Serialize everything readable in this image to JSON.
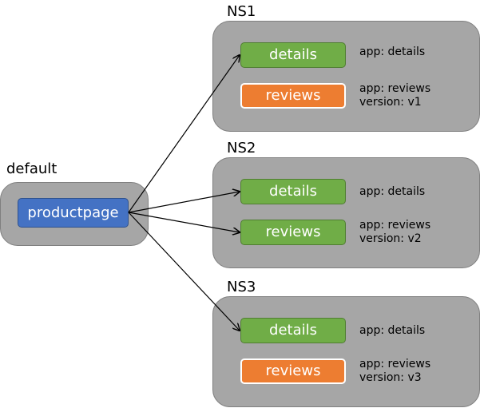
{
  "source": {
    "namespace": "default",
    "service": "productpage"
  },
  "namespaces": [
    {
      "name": "NS1",
      "details": {
        "label": "details",
        "meta": "app: details"
      },
      "reviews": {
        "label": "reviews",
        "app": "app: reviews",
        "version": "version: v1",
        "color": "#ed7d31"
      }
    },
    {
      "name": "NS2",
      "details": {
        "label": "details",
        "meta": "app: details"
      },
      "reviews": {
        "label": "reviews",
        "app": "app: reviews",
        "version": "version: v2",
        "color": "#70ad47"
      }
    },
    {
      "name": "NS3",
      "details": {
        "label": "details",
        "meta": "app: details"
      },
      "reviews": {
        "label": "reviews",
        "app": "app: reviews",
        "version": "version: v3",
        "color": "#ed7d31"
      }
    }
  ],
  "colors": {
    "panel": "#a6a6a6",
    "details": "#70ad47",
    "productpage": "#4472c4",
    "reviews_orange": "#ed7d31"
  }
}
